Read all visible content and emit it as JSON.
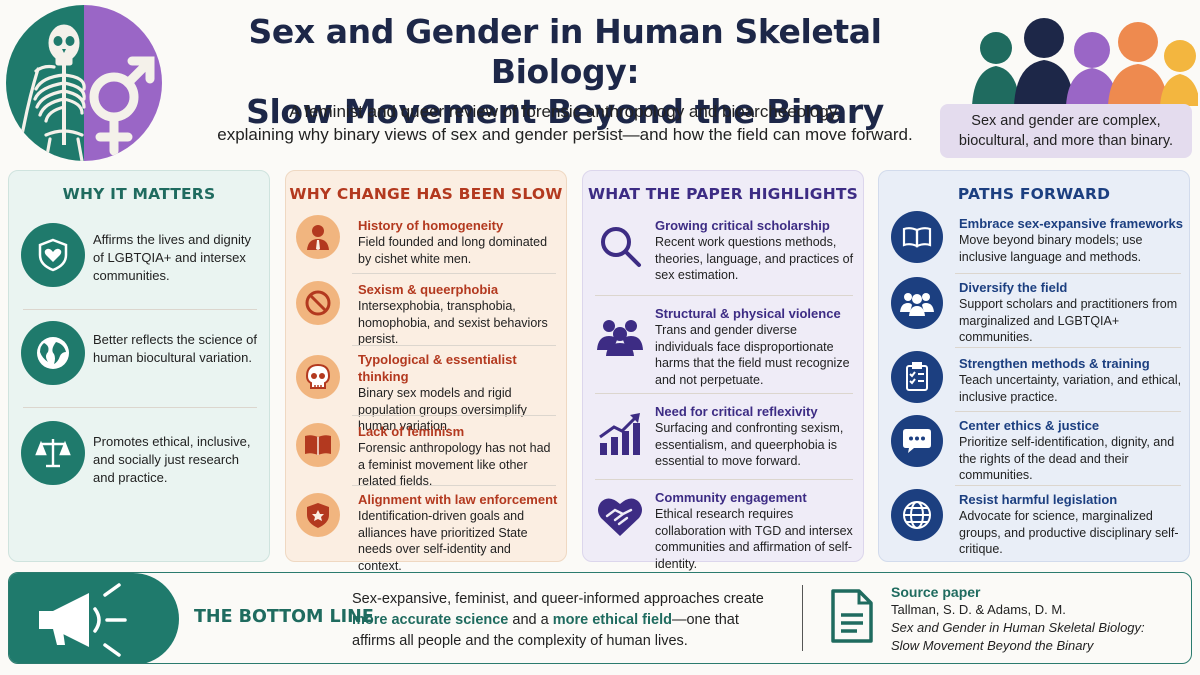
{
  "header": {
    "title_line1": "Sex and Gender in Human Skeletal Biology:",
    "title_line2": "Slow Movement Beyond the Binary",
    "subtitle_line1": "A feminist and queer review of forensic anthropology and bioarcheeology,",
    "subtitle_line2": "explaining why binary views of sex and gender persist—and how the field can move forward.",
    "callout_line1": "Sex and gender are complex,",
    "callout_line2": "biocultural, and more than binary."
  },
  "colors": {
    "teal": "#1f7a6c",
    "purple": "#9a66c6",
    "rust": "#b3391f",
    "indigo": "#3d2c84",
    "navy": "#1c3f80",
    "orange_bg": "#f1b57f"
  },
  "why_it_matters": {
    "heading": "WHY IT MATTERS",
    "items": [
      {
        "icon": "heart-shield-icon",
        "text": "Affirms the lives and dignity of LGBTQIA+ and intersex communities."
      },
      {
        "icon": "globe-icon",
        "text": "Better reflects the science of human biocultural variation."
      },
      {
        "icon": "scales-icon",
        "text": "Promotes ethical, inclusive, and socially just research and practice."
      }
    ]
  },
  "why_slow": {
    "heading": "WHY CHANGE HAS BEEN SLOW",
    "items": [
      {
        "icon": "person-icon",
        "title": "History of homogeneity",
        "text": "Field founded and long dominated by cishet white men."
      },
      {
        "icon": "prohibited-icon",
        "title": "Sexism & queerphobia",
        "text": "Intersexphobia, transphobia, homophobia, and sexist behaviors persist."
      },
      {
        "icon": "skull-icon",
        "title": "Typological & essentialist thinking",
        "text": "Binary sex models and rigid population groups oversimplify human variation."
      },
      {
        "icon": "book-icon",
        "title": "Lack of feminism",
        "text": "Forensic anthropology has not had a feminist movement like other related fields."
      },
      {
        "icon": "badge-icon",
        "title": "Alignment with law enforcement",
        "text": "Identification-driven goals and alliances have prioritized State needs over self-identity and context."
      }
    ]
  },
  "highlights": {
    "heading": "WHAT THE PAPER HIGHLIGHTS",
    "items": [
      {
        "icon": "magnifier-icon",
        "title": "Growing critical scholarship",
        "text": "Recent work questions methods, theories, language, and practices of sex estimation."
      },
      {
        "icon": "group-icon",
        "title": "Structural & physical violence",
        "text": "Trans and gender diverse individuals face disproportionate harms that the field must recognize and not perpetuate."
      },
      {
        "icon": "growth-chart-icon",
        "title": "Need for critical reflexivity",
        "text": "Surfacing and confronting sexism, essentialism, and queerphobia is essential to move forward."
      },
      {
        "icon": "handshake-heart-icon",
        "title": "Community engagement",
        "text": "Ethical research requires collaboration with TGD and intersex communities and affirmation of self-identity."
      }
    ]
  },
  "paths": {
    "heading": "PATHS FORWARD",
    "items": [
      {
        "icon": "open-book-icon",
        "title": "Embrace sex-expansive frameworks",
        "text": "Move beyond binary models; use inclusive language and methods."
      },
      {
        "icon": "people-icon",
        "title": "Diversify the field",
        "text": "Support scholars and practitioners from marginalized and LGBTQIA+ communities."
      },
      {
        "icon": "checklist-icon",
        "title": "Strengthen methods & training",
        "text": "Teach uncertainty, variation, and ethical, inclusive practice."
      },
      {
        "icon": "chat-bubble-icon",
        "title": "Center ethics & justice",
        "text": "Prioritize self-identification, dignity, and the rights of the dead and their communities."
      },
      {
        "icon": "globe-grid-icon",
        "title": "Resist harmful legislation",
        "text": "Advocate for science, marginalized groups, and productive disciplinary self-critique."
      }
    ]
  },
  "bottom": {
    "label": "THE BOTTOM LINE",
    "text_a": "Sex-expansive, feminist, and queer-informed approaches create ",
    "em1": "more accurate science",
    "text_b": " and a ",
    "em2": "more ethical field",
    "text_c": "—one that affirms all people and the complexity of human lives.",
    "source_heading": "Source paper",
    "source_authors": "Tallman, S. D. & Adams, D. M.",
    "source_title1": "Sex and Gender in Human Skeletal Biology:",
    "source_title2": "Slow Movement Beyond the Binary"
  }
}
